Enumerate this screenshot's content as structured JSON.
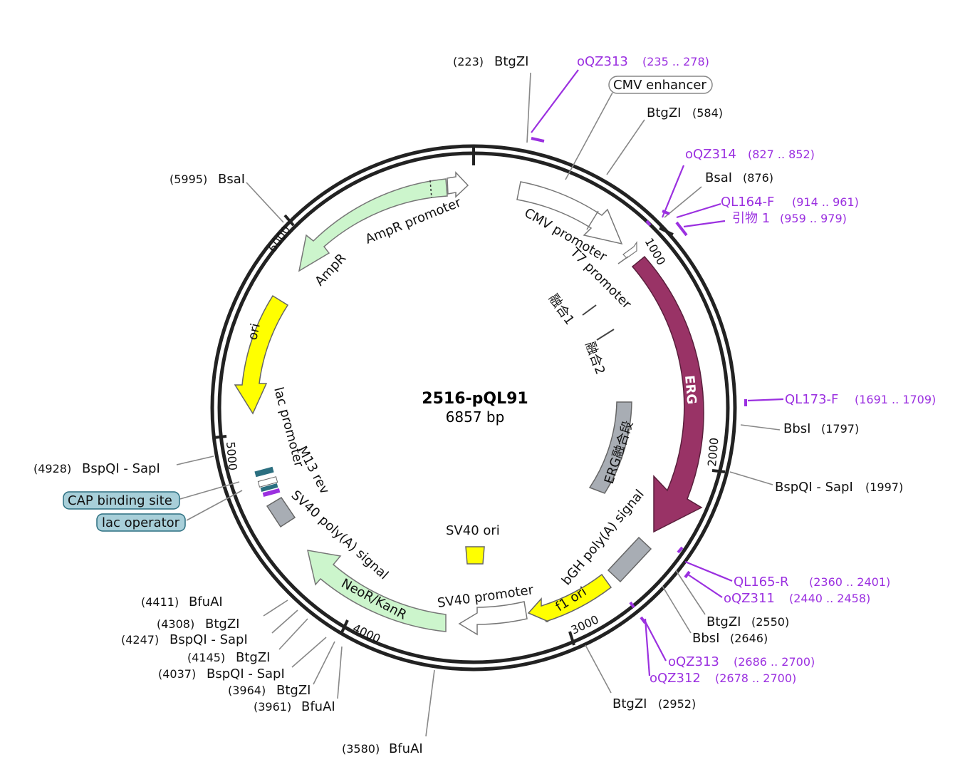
{
  "plasmid": {
    "name": "2516-pQL91",
    "length_label": "6857 bp"
  },
  "ticks": [
    "1000",
    "2000",
    "3000",
    "4000",
    "5000",
    "6000"
  ],
  "features": {
    "cmv_promoter": "CMV promoter",
    "t7_promoter": "T7 promoter",
    "erg": "ERG",
    "erg_fusion": "ERG融合段",
    "fusion1": "融合1",
    "fusion2": "融合2",
    "bgh": "bGH poly(A) signal",
    "f1_ori": "f1 ori",
    "sv40_promoter": "SV40 promoter",
    "sv40_ori": "SV40 ori",
    "neor": "NeoR/KanR",
    "sv40_polya": "SV40 poly(A) signal",
    "m13_rev": "M13 rev",
    "lac_promoter": "lac promoter",
    "ori": "ori",
    "ampr": "AmpR",
    "ampr_promoter": "AmpR promoter",
    "cmv_enhancer": "CMV enhancer",
    "cap_site": "CAP binding site",
    "lac_operator": "lac operator"
  },
  "sites": [
    {
      "pos": "(223)",
      "name": "BtgZI"
    },
    {
      "name": "BtgZI",
      "pos": "(584)"
    },
    {
      "name": "BsaI",
      "pos": "(876)"
    },
    {
      "name": "BbsI",
      "pos": "(1797)"
    },
    {
      "name": "BspQI - SapI",
      "pos": "(1997)"
    },
    {
      "name": "BtgZI",
      "pos": "(2550)"
    },
    {
      "name": "BbsI",
      "pos": "(2646)"
    },
    {
      "name": "BtgZI",
      "pos": "(2952)"
    },
    {
      "pos": "(3580)",
      "name": "BfuAI"
    },
    {
      "pos": "(3961)",
      "name": "BfuAI"
    },
    {
      "pos": "(3964)",
      "name": "BtgZI"
    },
    {
      "pos": "(4037)",
      "name": "BspQI - SapI"
    },
    {
      "pos": "(4145)",
      "name": "BtgZI"
    },
    {
      "pos": "(4247)",
      "name": "BspQI - SapI"
    },
    {
      "pos": "(4308)",
      "name": "BtgZI"
    },
    {
      "pos": "(4411)",
      "name": "BfuAI"
    },
    {
      "pos": "(4928)",
      "name": "BspQI - SapI"
    },
    {
      "pos": "(5995)",
      "name": "BsaI"
    }
  ],
  "primers": [
    {
      "name": "oQZ313",
      "range": "(235 .. 278)"
    },
    {
      "name": "oQZ314",
      "range": "(827 .. 852)"
    },
    {
      "name": "QL164-F",
      "range": "(914 .. 961)"
    },
    {
      "name": "引物 1",
      "range": "(959 .. 979)"
    },
    {
      "name": "QL173-F",
      "range": "(1691 .. 1709)"
    },
    {
      "name": "QL165-R",
      "range": "(2360 .. 2401)"
    },
    {
      "name": "oQZ311",
      "range": "(2440 .. 2458)"
    },
    {
      "name": "oQZ313",
      "range": "(2686 .. 2700)"
    },
    {
      "name": "oQZ312",
      "range": "(2678 .. 2700)"
    }
  ],
  "colors": {
    "primer": "#9b30e0",
    "erg": "#993366",
    "promoter_fill": "#ffffff",
    "ampr_fill": "#ccf5cc",
    "ori_fill": "#ffff00",
    "polya_fill": "#a8adb4",
    "misc_fill": "#a8cfd9"
  }
}
